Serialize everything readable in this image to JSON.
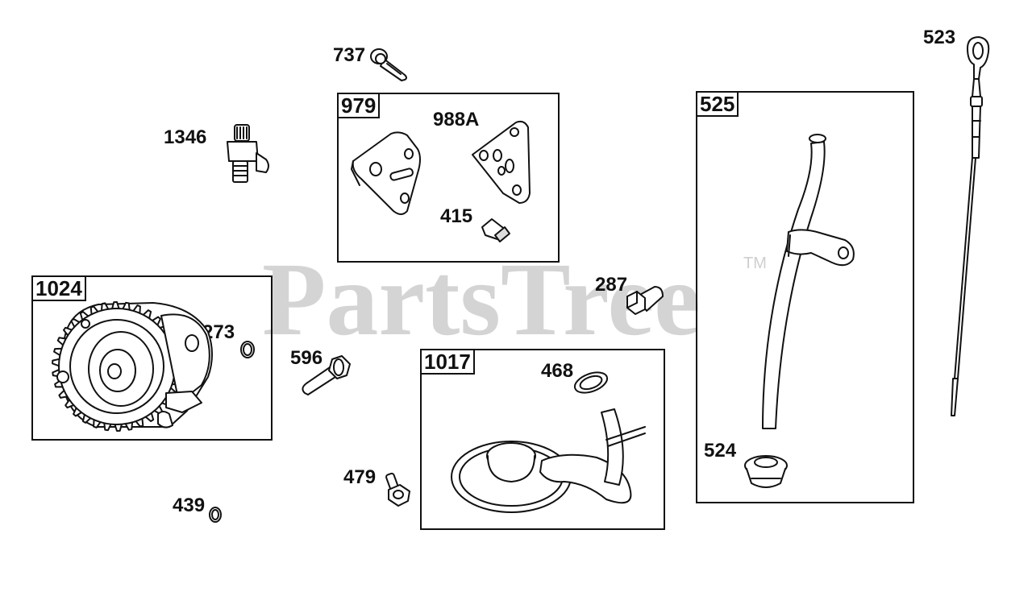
{
  "watermark": {
    "text": "PartsTree",
    "tm": "TM",
    "color": "#d4d4d4"
  },
  "groups": [
    {
      "id": "979",
      "label": "979"
    },
    {
      "id": "1024",
      "label": "1024"
    },
    {
      "id": "1017",
      "label": "1017"
    },
    {
      "id": "525",
      "label": "525"
    }
  ],
  "callouts": [
    {
      "id": "737",
      "text": "737"
    },
    {
      "id": "1346",
      "text": "1346"
    },
    {
      "id": "988A",
      "text": "988A"
    },
    {
      "id": "415",
      "text": "415"
    },
    {
      "id": "273",
      "text": "273"
    },
    {
      "id": "287",
      "text": "287"
    },
    {
      "id": "596",
      "text": "596"
    },
    {
      "id": "468",
      "text": "468"
    },
    {
      "id": "479",
      "text": "479"
    },
    {
      "id": "439",
      "text": "439"
    },
    {
      "id": "523",
      "text": "523"
    },
    {
      "id": "524",
      "text": "524"
    }
  ]
}
